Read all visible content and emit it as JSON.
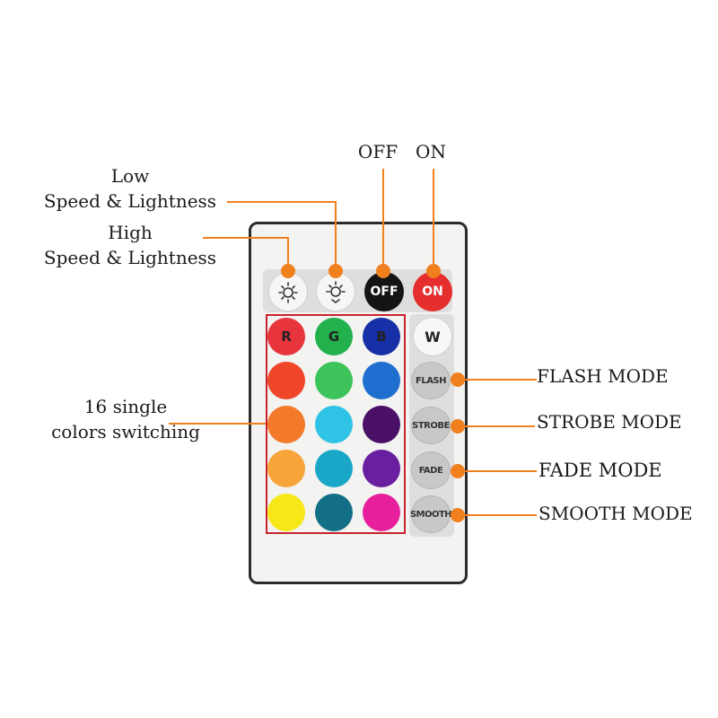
{
  "labels": {
    "off": "OFF",
    "on": "ON",
    "low_line1": "Low",
    "low_line2": "Speed & Lightness",
    "high_line1": "High",
    "high_line2": "Speed & Lightness",
    "colors_line1": "16 single",
    "colors_line2": "colors switching",
    "flash_mode": "FLASH MODE",
    "strobe_mode": "STROBE MODE",
    "fade_mode": "FADE MODE",
    "smooth_mode": "SMOOTH MODE"
  },
  "remote": {
    "top_buttons": [
      {
        "name": "brightness-up-button",
        "icon": "sun-up-icon",
        "label": ""
      },
      {
        "name": "brightness-down-button",
        "icon": "sun-down-icon",
        "label": ""
      },
      {
        "name": "off-button",
        "label": "OFF",
        "color": "#111111"
      },
      {
        "name": "on-button",
        "label": "ON",
        "color": "#e62e2e"
      }
    ],
    "color_rows": [
      [
        {
          "label": "R",
          "color": "#e8343c"
        },
        {
          "label": "G",
          "color": "#22b14c"
        },
        {
          "label": "B",
          "color": "#1730a8"
        }
      ],
      [
        {
          "label": "",
          "color": "#f0462a"
        },
        {
          "label": "",
          "color": "#3cc45a"
        },
        {
          "label": "",
          "color": "#1f6fd0"
        }
      ],
      [
        {
          "label": "",
          "color": "#f27a2a"
        },
        {
          "label": "",
          "color": "#2fc3e6"
        },
        {
          "label": "",
          "color": "#4a1068"
        }
      ],
      [
        {
          "label": "",
          "color": "#f7a53a"
        },
        {
          "label": "",
          "color": "#1aa7c7"
        },
        {
          "label": "",
          "color": "#6a1fa0"
        }
      ],
      [
        {
          "label": "",
          "color": "#f6e718"
        },
        {
          "label": "",
          "color": "#136f86"
        },
        {
          "label": "",
          "color": "#e81f9c"
        }
      ]
    ],
    "white_button": "W",
    "mode_buttons": [
      "FLASH",
      "STROBE",
      "FADE",
      "SMOOTH"
    ]
  },
  "colors": {
    "accent": "#f0801e",
    "grid_outline": "#c9232e"
  }
}
